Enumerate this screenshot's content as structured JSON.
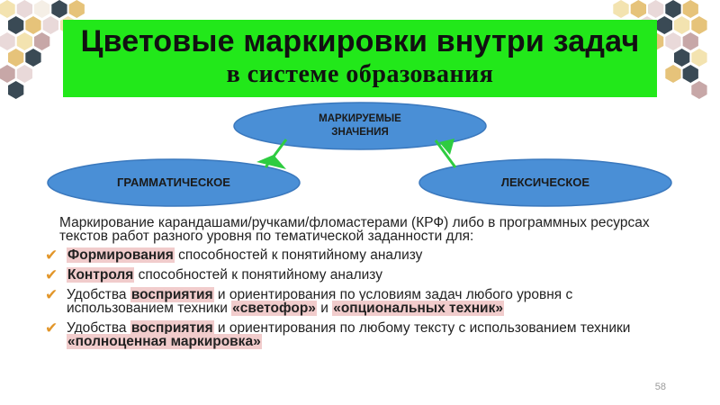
{
  "slide": {
    "title_line1": "Цветовые маркировки внутри задач",
    "title_line2": "в системе образования",
    "title_bg": "#22e81a",
    "page_number": "58"
  },
  "diagram": {
    "root_label": "МАРКИРУЕМЫЕ ЗНАЧЕНИЯ",
    "left_label": "ГРАММАТИЧЕСКОЕ",
    "right_label": "ЛЕКСИЧЕСКОЕ",
    "ellipse_color": "#4a8fd6",
    "arrow_color": "#2ecc40"
  },
  "content": {
    "intro": "Маркирование карандашами/ручками/фломастерами (КРФ) либо в программных ресурсах текстов работ разного уровня по тематической заданности для:",
    "bullets": [
      {
        "b": "Формирования",
        "rest": " способностей к понятийному анализу"
      },
      {
        "b": "Контроля",
        "rest": " способностей к понятийному анализу"
      },
      {
        "pre": "Удобства ",
        "b": "восприятия",
        "mid": " и ориентирования по условиям задач любого уровня с использованием техники ",
        "b2": "«светофор»",
        "mid2": " и ",
        "b3": "«опциональных техник»"
      },
      {
        "pre": "Удобства ",
        "b": "восприятия",
        "mid": " и ориентирования по любому тексту с использованием техники ",
        "b2": "«полноценная маркировка»"
      }
    ],
    "highlight_color": "#f1cccc",
    "check_color": "#e2962a"
  }
}
